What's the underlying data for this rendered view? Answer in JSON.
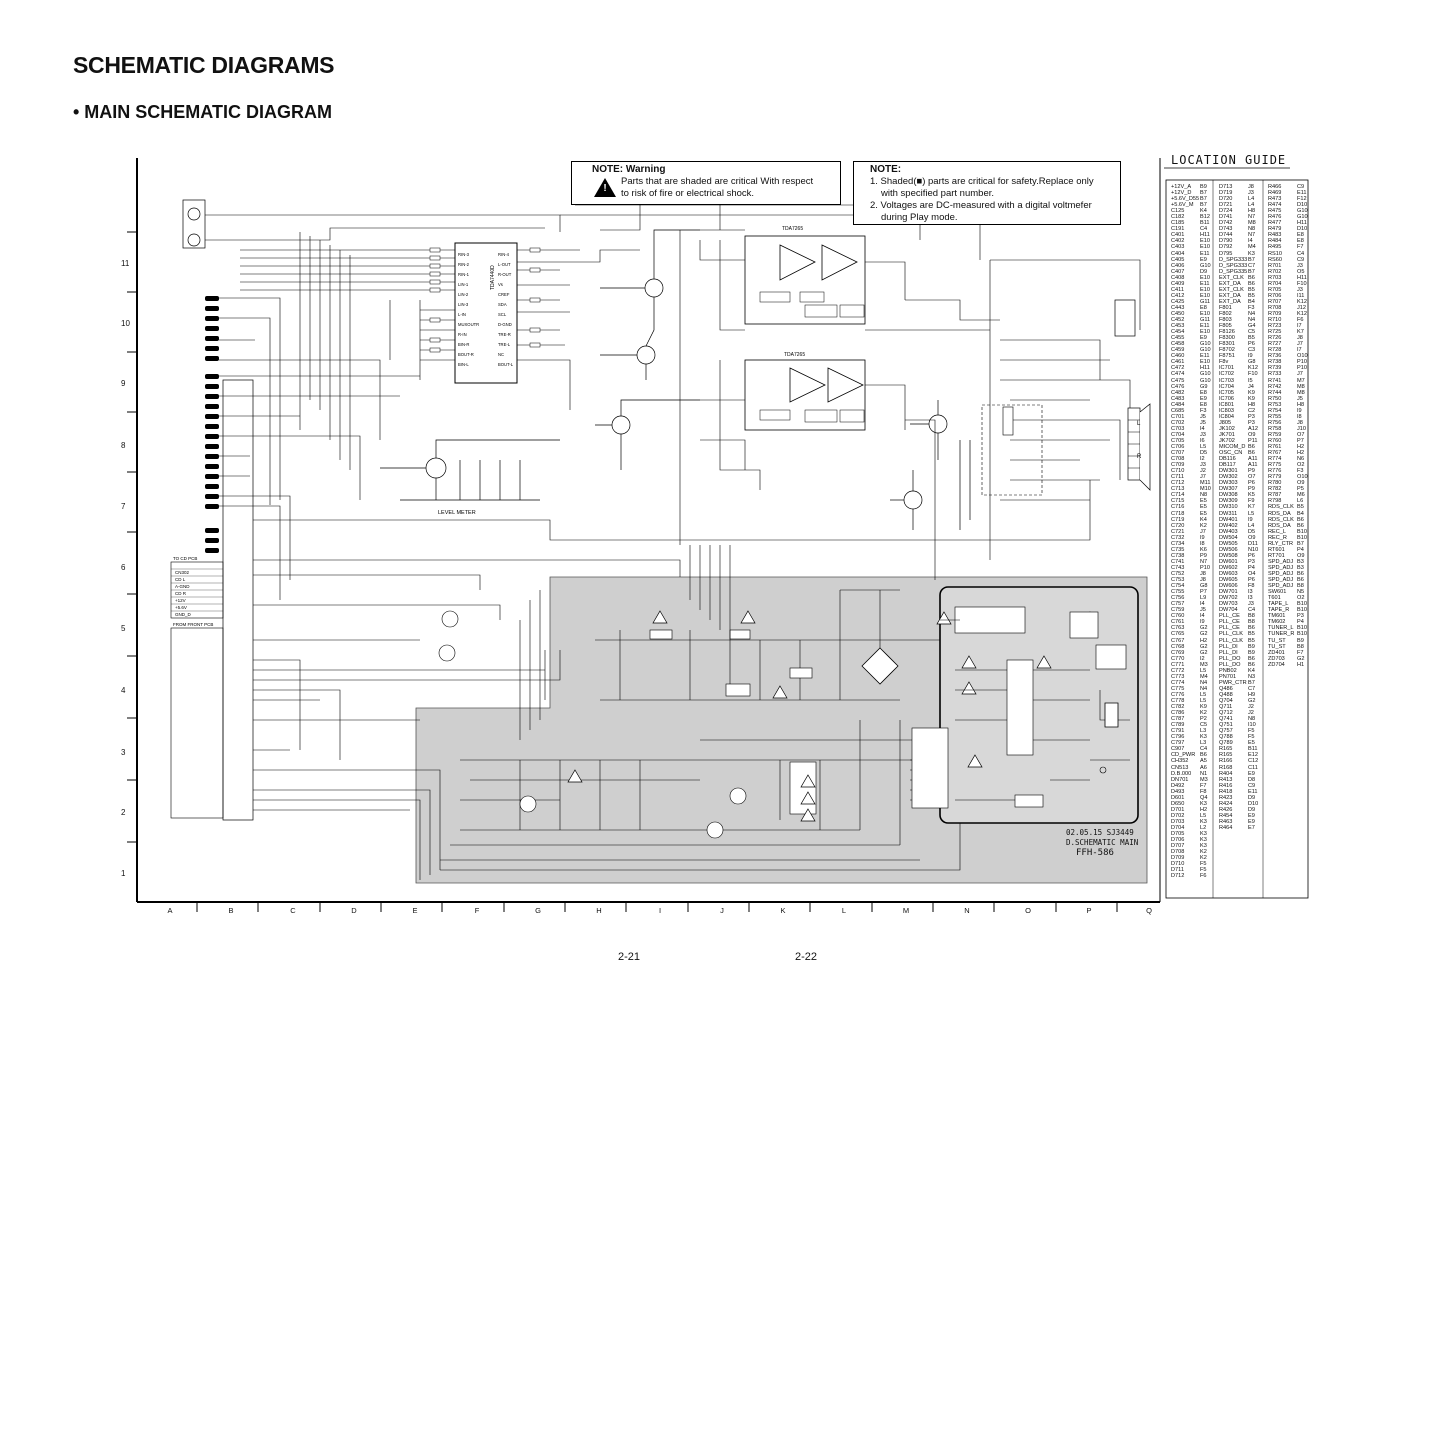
{
  "page": {
    "title": "SCHEMATIC DIAGRAMS",
    "subtitle": "• MAIN SCHEMATIC DIAGRAM",
    "page_numbers": [
      "2-21",
      "2-22"
    ]
  },
  "notes": {
    "warning": {
      "heading": "NOTE: Warning",
      "text_line1": "Parts that are shaded are critical With respect",
      "text_line2": "to risk of fire or electrical shock."
    },
    "general": {
      "heading": "NOTE:",
      "line1": "1. Shaded(■) parts are critical for safety.Replace only",
      "line2": "with specified part number.",
      "line3": "2. Voltages are DC-measured with a digital voltmefer",
      "line4": "during Play mode."
    }
  },
  "grid": {
    "rows": [
      "11",
      "10",
      "9",
      "8",
      "7",
      "6",
      "5",
      "4",
      "3",
      "2",
      "1"
    ],
    "columns": [
      "A",
      "B",
      "C",
      "D",
      "E",
      "F",
      "G",
      "H",
      "I",
      "J",
      "K",
      "L",
      "M",
      "N",
      "O",
      "P",
      "Q"
    ]
  },
  "stamp": {
    "line1": "02.05.15 SJ3449",
    "line2": "D.SCHEMATIC MAIN",
    "line3": "FFH-586"
  },
  "circuit_labels": {
    "level_meter": "LEVEL METER",
    "ic_main": "TDA7440D",
    "ic_amp_top": "TDA7265",
    "ic_amp_bottom": "TDA7265",
    "front_pcb": "FROM FRONT PCB",
    "cd_pcb": "TO CD PCB",
    "speaker_l": "L",
    "speaker_r": "R"
  },
  "location_guide": {
    "title": "LOCATION GUIDE",
    "columns": [
      [
        "+12V_A B9",
        "+12V_D B7",
        "+5.6V_D55 B7",
        "+5.6V_M B7",
        "C125 K4",
        "C182 B12",
        "C185 B11",
        "C191 C4",
        "C401 H11",
        "C402 E10",
        "C403 E10",
        "C404 E11",
        "C405 E9",
        "C406 G10",
        "C407 D9",
        "C408 E10",
        "C409 E11",
        "C411 E10",
        "C412 E10",
        "C425 G11",
        "C443 E8",
        "C450 E10",
        "C452 G11",
        "C453 E11",
        "C454 E10",
        "C455 E9",
        "C458 G10",
        "C459 G10",
        "C460 E11",
        "C461 E10",
        "C472 H11",
        "C474 G10",
        "C475 G10",
        "C476 G9",
        "C482 E8",
        "C483 E9",
        "C484 E8",
        "C685 F3",
        "C701 J5",
        "C702 J5",
        "C703 I4",
        "C704 J3",
        "C705 I6",
        "C706 L5",
        "C707 D5",
        "C708 I2",
        "C709 J3",
        "C710 J2",
        "C711 J7",
        "C712 M11",
        "C713 M10",
        "C714 N8",
        "C715 E5",
        "C716 E5",
        "C718 E5",
        "C719 K4",
        "C720 K2",
        "C721 J7",
        "C732 I9",
        "C734 I8",
        "C735 K6",
        "C738 P9",
        "C741 N7",
        "C743 P10",
        "C752 J8",
        "C753 J8",
        "C754 G8",
        "C755 P7",
        "C756 L9",
        "C757 I4",
        "C759 J5",
        "C760 I4",
        "C761 I9",
        "C763 G2",
        "C765 G2",
        "C767 H2",
        "C768 G2",
        "C769 G2",
        "C770 I2",
        "C771 M3",
        "C772 L5",
        "C773 M4",
        "C774 N4",
        "C775 N4",
        "C776 L5",
        "C778 L5",
        "C782 K9",
        "C786 K2",
        "C787 P2",
        "C789 C5",
        "C791 L3",
        "C796 K3",
        "C797 L3",
        "C907 C4",
        "CD_PWR B6",
        "CH352 A5",
        "CN513 A6",
        "D.B.000 N1",
        "DN701 M3",
        "D492 F7",
        "D493 F8",
        "D601 Q4",
        "D650 K3",
        "D701 H2",
        "D702 L5",
        "D703 K3",
        "D704 L2",
        "D705 K3",
        "D706 K3",
        "D707 K3",
        "D708 K2",
        "D709 K2",
        "D710 F5",
        "D711 F5",
        "D712 F6"
      ],
      [
        "D713 J8",
        "D719 J3",
        "D720 L4",
        "D721 L4",
        "D724 H8",
        "D741 N7",
        "D742 M8",
        "D743 N8",
        "D744 N7",
        "D790 I4",
        "D792 M4",
        "D795 K3",
        "D_SPG333 B7",
        "D_SPG333 C7",
        "D_SPG335 B7",
        "EXT_CLK B6",
        "EXT_DA B6",
        "EXT_CLK B5",
        "EXT_DA B5",
        "EXT_DA B4",
        "F801 F3",
        "F802 N4",
        "F803 N4",
        "F805 G4",
        "F8126 C5",
        "F8300 B5",
        "F8301 P6",
        "F8702 C3",
        "F8751 I9",
        "F8v G8",
        "IC701 K12",
        "IC702 F10",
        "IC703 I5",
        "IC704 J4",
        "IC705 K9",
        "IC706 K9",
        "IC801 H8",
        "IC803 C2",
        "IC804 P3",
        "J805 P3",
        "JK102 A12",
        "JK701 O9",
        "JK702 P11",
        "MICOM_D B6",
        "OSC_CN B6",
        "DB116 A11",
        "DB117 A11",
        "DW301 P9",
        "DW302 O7",
        "DW303 P6",
        "DW307 P9",
        "DW308 K5",
        "DW309 F9",
        "DW310 K7",
        "DW311 L5",
        "DW401 I9",
        "DW402 L4",
        "DW403 D5",
        "DW504 O9",
        "DW505 D11",
        "DW506 N10",
        "DW508 P6",
        "DW601 P3",
        "DW602 P4",
        "DW603 O4",
        "DW605 P6",
        "DW606 F8",
        "DW701 I3",
        "DW702 I3",
        "DW703 J3",
        "DW704 C4",
        "PLL_CE B8",
        "PLL_CE B8",
        "PLL_CE B6",
        "PLL_CLK B5",
        "PLL_CLK B5",
        "PLL_DI B9",
        "PLL_DI B9",
        "PLL_DO B6",
        "PLL_DO B6",
        "PNB02 K4",
        "PN701 N3",
        "PWR_CTR B7",
        "Q486 C7",
        "Q488 H9",
        "Q704 G2",
        "Q711 J2",
        "Q712 J2",
        "Q741 N8",
        "Q751 I10",
        "Q757 F5",
        "Q788 F5",
        "Q789 E5",
        "R165 B11",
        "R165 E12",
        "R166 C12",
        "R168 C11",
        "R404 E9",
        "R413 D8",
        "R416 C9",
        "R418 E11",
        "R423 D9",
        "R424 D10",
        "R426 D9",
        "R454 E9",
        "R463 E9",
        "R464 E7"
      ],
      [
        "R466 C9",
        "R469 E11",
        "R473 F12",
        "R474 D10",
        "R475 G10",
        "R476 G10",
        "R477 H11",
        "R479 D10",
        "R483 E8",
        "R484 E8",
        "R495 F7",
        "RS10 C4",
        "RS60 C9",
        "R701 J3",
        "R702 O5",
        "R703 H11",
        "R704 F10",
        "R705 J3",
        "R706 I11",
        "R707 K12",
        "R708 J12",
        "R709 K12",
        "R710 F6",
        "R723 I7",
        "R725 K7",
        "R726 J8",
        "R727 J7",
        "R728 I7",
        "R736 O10",
        "R738 P10",
        "R739 P10",
        "R733 J7",
        "R741 M7",
        "R742 M8",
        "R744 M8",
        "R750 J5",
        "R753 H8",
        "R754 I9",
        "R755 I8",
        "R756 J8",
        "R758 J10",
        "R759 O7",
        "R760 P7",
        "R761 H2",
        "R767 H2",
        "R774 N6",
        "R775 O2",
        "R776 F3",
        "R779 O10",
        "R780 O9",
        "R782 P5",
        "R787 M6",
        "R798 L6",
        "RDS_CLK B5",
        "RDS_DA B4",
        "RDS_CLK B6",
        "RDS_DA B6",
        "REC_L B10",
        "REC_R B10",
        "RLY_CTR B7",
        "RT601 P4",
        "RT701 O9",
        "SPD_ADJ B3",
        "SPD_ADJ B3",
        "SPD_ADJ B6",
        "SPD_ADJ B6",
        "SPD_ADJ B8",
        "SW601 N5",
        "T601 O2",
        "TAPE_L B10",
        "TAPE_R B10",
        "TM601 P3",
        "TM602 P4",
        "TUNER_L B10",
        "TUNER_R B10",
        "TU_ST B9",
        "TU_ST B8",
        "ZD401 F7",
        "ZD703 G2",
        "ZD704 H1"
      ]
    ]
  }
}
